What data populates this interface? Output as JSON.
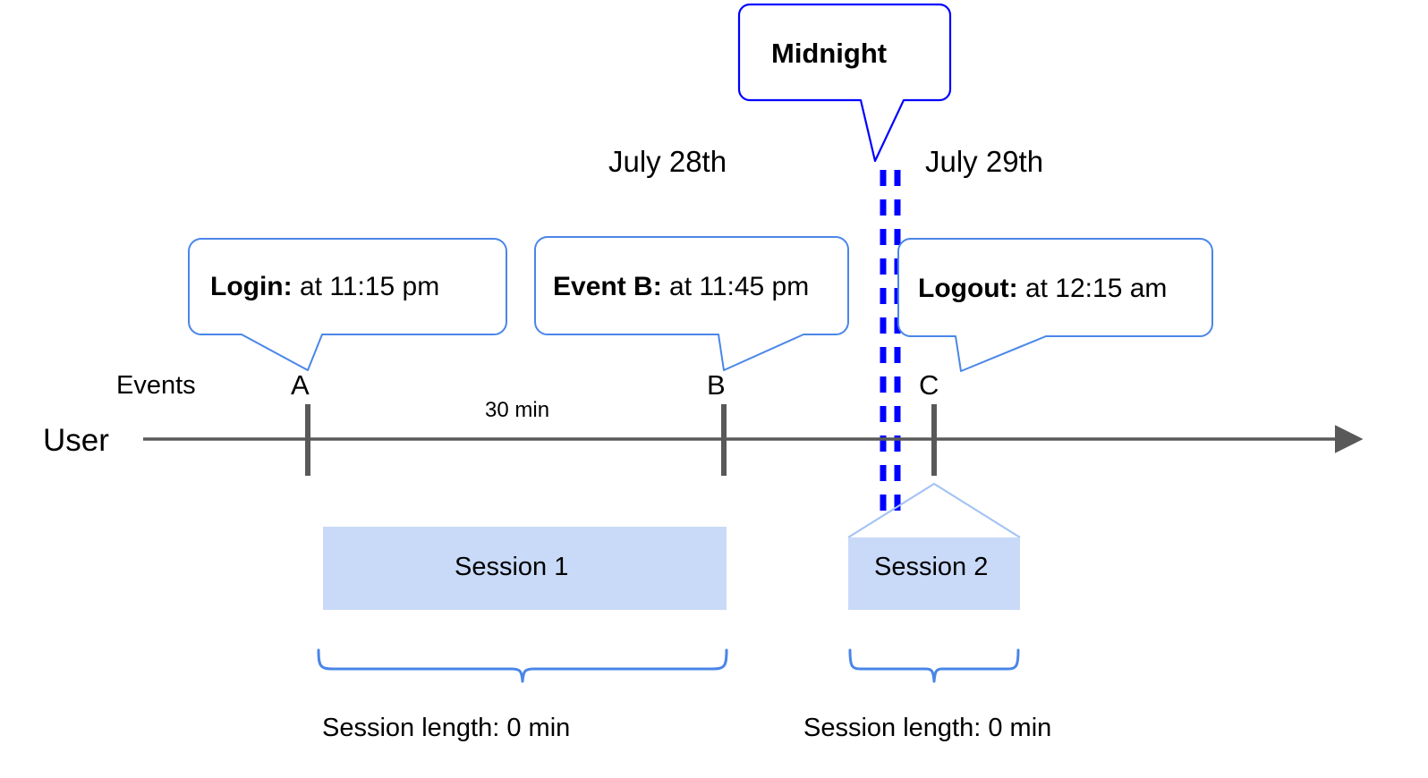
{
  "diagram": {
    "title_callout": {
      "label": "Midnight"
    },
    "dates": [
      {
        "label": "July 28th"
      },
      {
        "label": "July 29th"
      }
    ],
    "callouts": [
      {
        "bold": "Login:",
        "rest": " at 11:15 pm"
      },
      {
        "bold": "Event B:",
        "rest": " at 11:45 pm"
      },
      {
        "bold": "Logout:",
        "rest": " at 12:15 am"
      }
    ],
    "row_labels": {
      "events": "Events",
      "user": "User"
    },
    "event_markers": [
      {
        "label": "A"
      },
      {
        "label": "B"
      },
      {
        "label": "C"
      }
    ],
    "gap_label": "30 min",
    "sessions": [
      {
        "label": "Session 1",
        "length_label": "Session length: 0 min"
      },
      {
        "label": "Session 2",
        "length_label": "Session length: 0 min"
      }
    ],
    "colors": {
      "midnight_border": "#0000FF",
      "midnight_dashes": "#0000FF",
      "callout_border": "#4A86E8",
      "session_fill": "#C9DAF8",
      "session_tent_stroke": "#A4C2F4",
      "brace_stroke": "#4A86E8",
      "axis_stroke": "#595959",
      "tick_stroke": "#595959",
      "background": "#FFFFFF"
    }
  }
}
